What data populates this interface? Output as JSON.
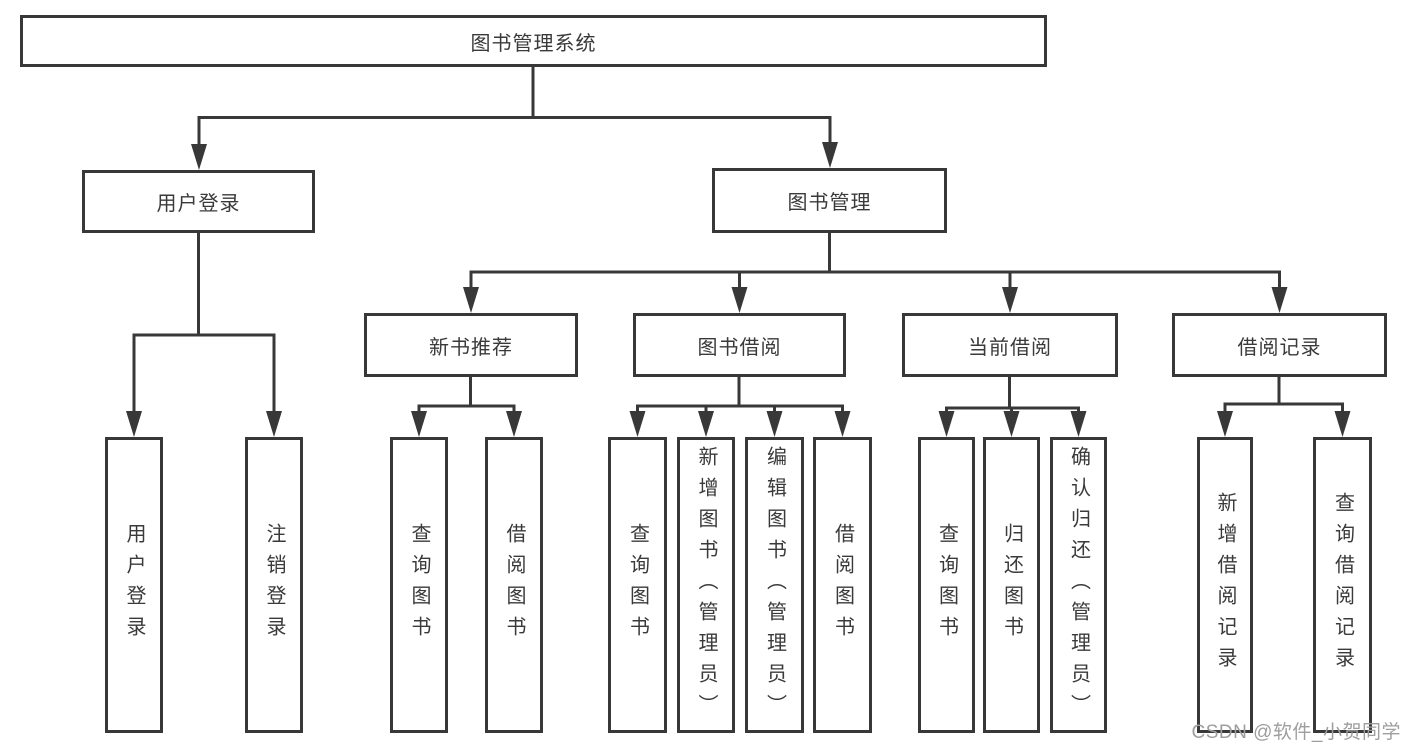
{
  "tree": {
    "root": "图书管理系统",
    "login": {
      "label": "用户登录",
      "children": [
        "用户登录",
        "注销登录"
      ]
    },
    "mgmt": {
      "label": "图书管理",
      "groups": [
        {
          "label": "新书推荐",
          "children": [
            "查询图书",
            "借阅图书"
          ]
        },
        {
          "label": "图书借阅",
          "children": [
            "查询图书",
            "新增图书（管理员）",
            "编辑图书（管理员）",
            "借阅图书"
          ]
        },
        {
          "label": "当前借阅",
          "children": [
            "查询图书",
            "归还图书",
            "确认归还（管理员）"
          ]
        },
        {
          "label": "借阅记录",
          "children": [
            "新增借阅记录",
            "查询借阅记录"
          ]
        }
      ]
    }
  },
  "watermark": {
    "text": "CSDN @软件_小贺同学"
  },
  "colors": {
    "line": "#383838",
    "text": "#3a3a3a",
    "watermark": "#9e9e9e",
    "background": "#ffffff"
  }
}
